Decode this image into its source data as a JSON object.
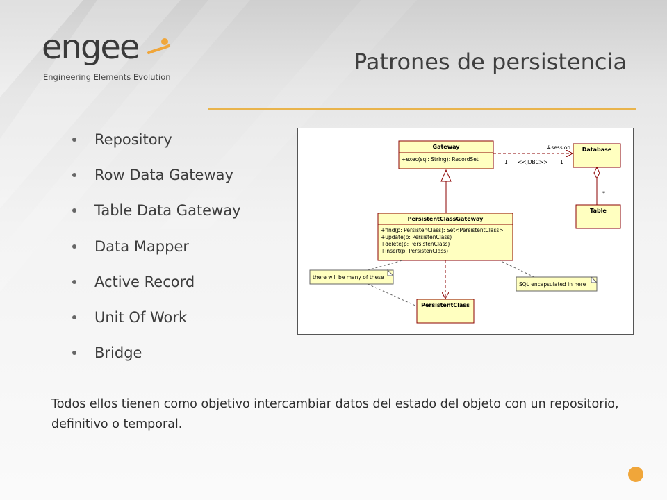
{
  "logo": {
    "wordmark": "engee",
    "tagline": "Engineering Elements Evolution"
  },
  "slide": {
    "title": "Patrones de persistencia"
  },
  "bullets": [
    "Repository",
    "Row Data Gateway",
    "Table Data Gateway",
    "Data Mapper",
    "Active Record",
    "Unit Of Work",
    "Bridge"
  ],
  "diagram": {
    "gateway": {
      "name": "Gateway",
      "methods": [
        "+exec(sql: String): RecordSet"
      ]
    },
    "database": {
      "name": "Database"
    },
    "table": {
      "name": "Table"
    },
    "persistent_class_gateway": {
      "name": "PersistentClassGateway",
      "methods": [
        "+find(p: PersistenClass): Set<PersistentClass>",
        "+update(p: PersistenClass)",
        "+delete(p: PersistenClass)",
        "+insert(p: PersistenClass)"
      ]
    },
    "persistent_class": {
      "name": "PersistentClass"
    },
    "association": {
      "role": "#session",
      "stereotype": "<<JDBC>>",
      "mult_left": "1",
      "mult_right": "1"
    },
    "composition_mult": "*",
    "note_left": "there will be many of these",
    "note_right": "SQL encapsulated in here"
  },
  "footer": {
    "text": "Todos ellos tienen como objetivo intercambiar datos del estado del objeto con un repositorio, definitivo o temporal."
  },
  "colors": {
    "accent": "#f0a63a",
    "rule": "#e9b44c",
    "uml_fill": "#ffffc0",
    "uml_border": "#8b0000"
  }
}
